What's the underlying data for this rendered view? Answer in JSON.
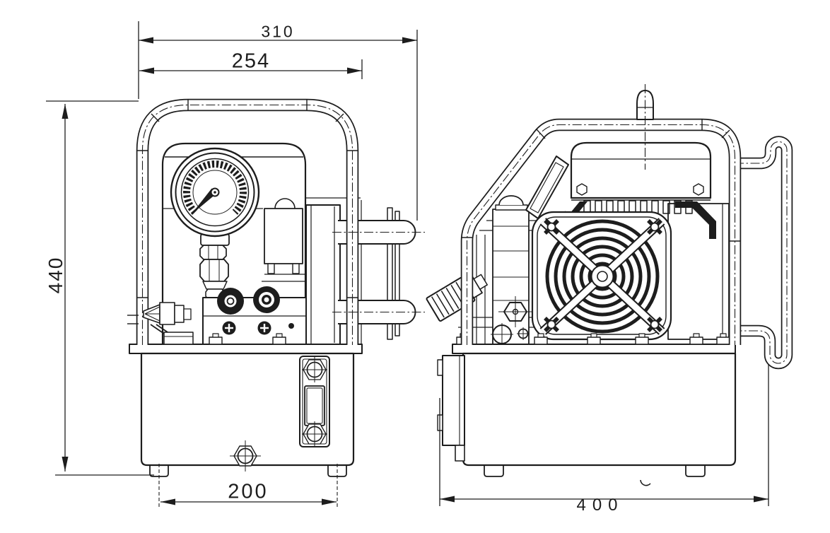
{
  "drawing": {
    "background_color": "#ffffff",
    "line_color": "#1d1d1d"
  },
  "dimensions": {
    "front_overall_width": "310",
    "front_body_width": "254",
    "front_overall_height": "440",
    "front_foot_span": "200",
    "side_overall_depth": "400"
  }
}
